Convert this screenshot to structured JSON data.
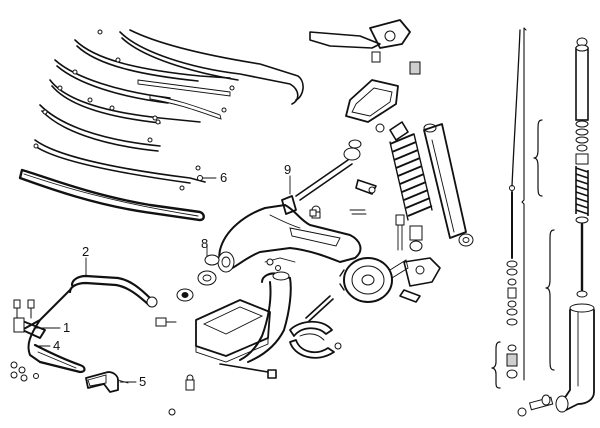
{
  "callouts": {
    "c1": "1",
    "c2": "2",
    "c4": "4",
    "c5": "5",
    "c6": "6",
    "c8": "8",
    "c9": "9"
  }
}
